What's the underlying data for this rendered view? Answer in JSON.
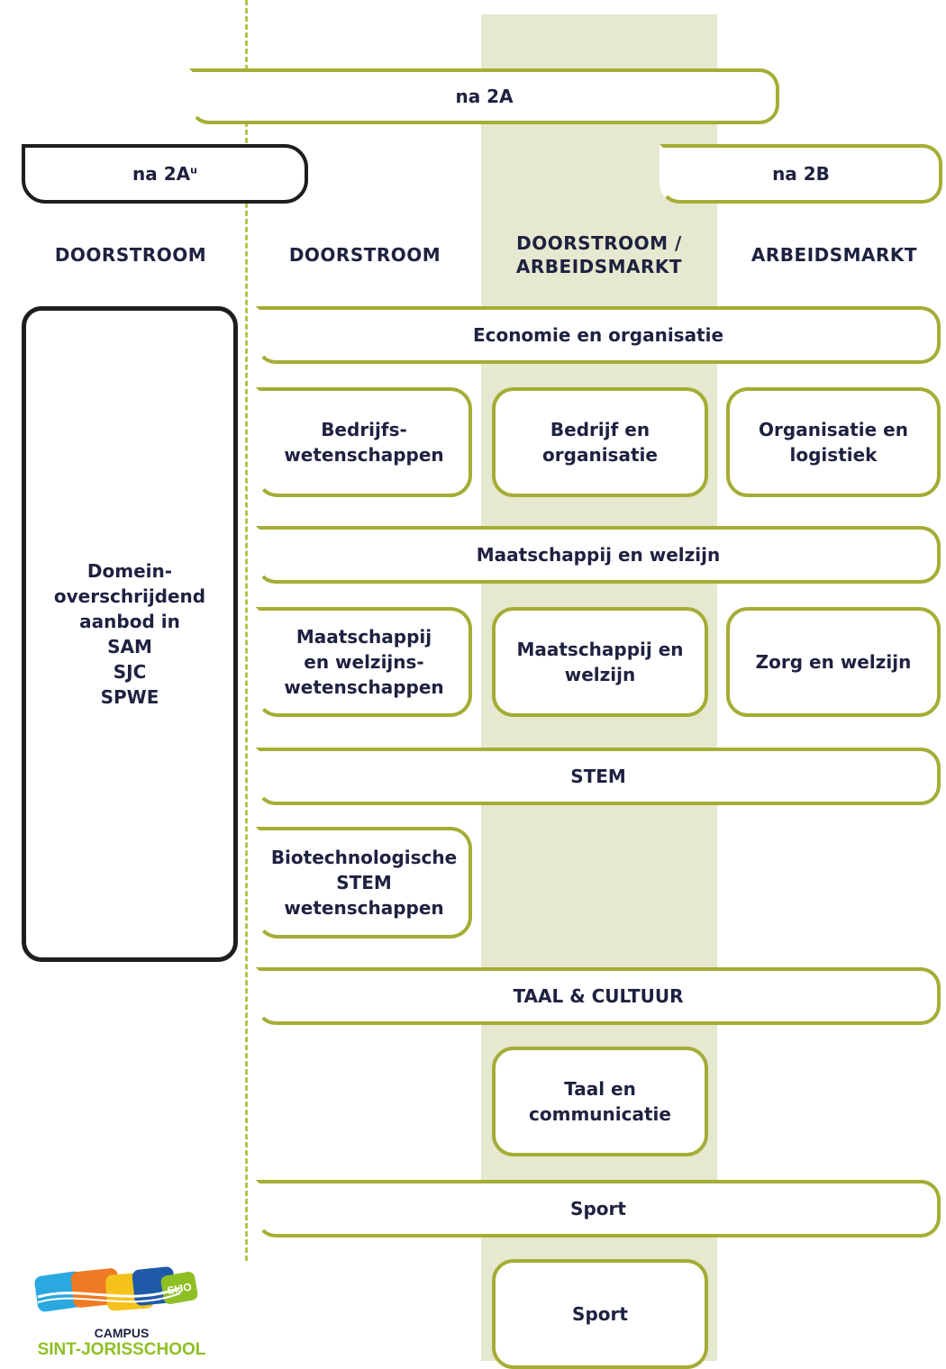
{
  "colors": {
    "olive": "#a4ad35",
    "band": "#e6e8cf",
    "dark": "#1e1e1e",
    "text": "#1e2140"
  },
  "top": {
    "na2A": "na 2A",
    "na2Au": "na 2A",
    "na2Au_sup": "u",
    "na2B": "na 2B"
  },
  "columns": [
    "DOORSTROOM",
    "DOORSTROOM",
    "DOORSTROOM /\nARBEIDSMARKT",
    "ARBEIDSMARKT"
  ],
  "left_box": {
    "lines": [
      "Domein-",
      "overschrijdend",
      "aanbod in",
      "SAM",
      "SJC",
      "SPWE"
    ]
  },
  "domains": [
    {
      "title": "Economie en organisatie",
      "items": [
        "Bedrijfs-\nwetenschappen",
        "Bedrijf en\norganisatie",
        "Organisatie en\nlogistiek"
      ]
    },
    {
      "title": "Maatschappij en welzijn",
      "items": [
        "Maatschappij\nen welzijns-\nwetenschappen",
        "Maatschappij en\nwelzijn",
        "Zorg en welzijn"
      ]
    },
    {
      "title": "STEM",
      "items": [
        "Biotechnologische\nSTEM\nwetenschappen"
      ]
    },
    {
      "title": "TAAL & CULTUUR",
      "items": [
        "Taal en\ncommunicatie"
      ]
    },
    {
      "title": "Sport",
      "items": [
        "Sport"
      ]
    }
  ],
  "logo": {
    "badge": "SIJO",
    "campus": "CAMPUS",
    "school": "SINT-JORISSCHOOL"
  }
}
